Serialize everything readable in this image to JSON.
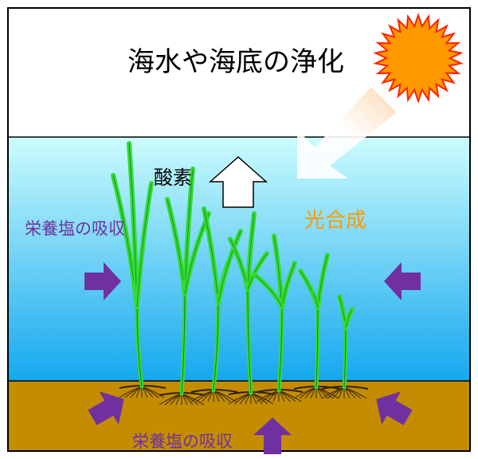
{
  "title": "海水や海底の浄化",
  "labels": {
    "oxygen": "酸素",
    "photosynthesis": "光合成",
    "nutrient_absorption_water": "栄養塩の吸収",
    "nutrient_absorption_sediment": "栄養塩の吸収"
  },
  "colors": {
    "sky": "#ffffff",
    "water_top": "#ccfcfd",
    "water_bottom": "#14a8ee",
    "sediment": "#c48c00",
    "sun_fill": "#ff9900",
    "sun_edge": "#ff2200",
    "light_beam": "#f7ae5e",
    "nutrient_arrow": "#7030a0",
    "oxygen_arrow_fill": "#ffffff",
    "plant": "#33dd33",
    "plant_edge": "#1a7a1a",
    "photosynthesis_text": "#ff9900",
    "nutrient_text": "#7030a0"
  },
  "icons": [
    "sun-icon",
    "light-beam-arrow",
    "oxygen-arrow",
    "nutrient-arrow",
    "seagrass-plant"
  ]
}
